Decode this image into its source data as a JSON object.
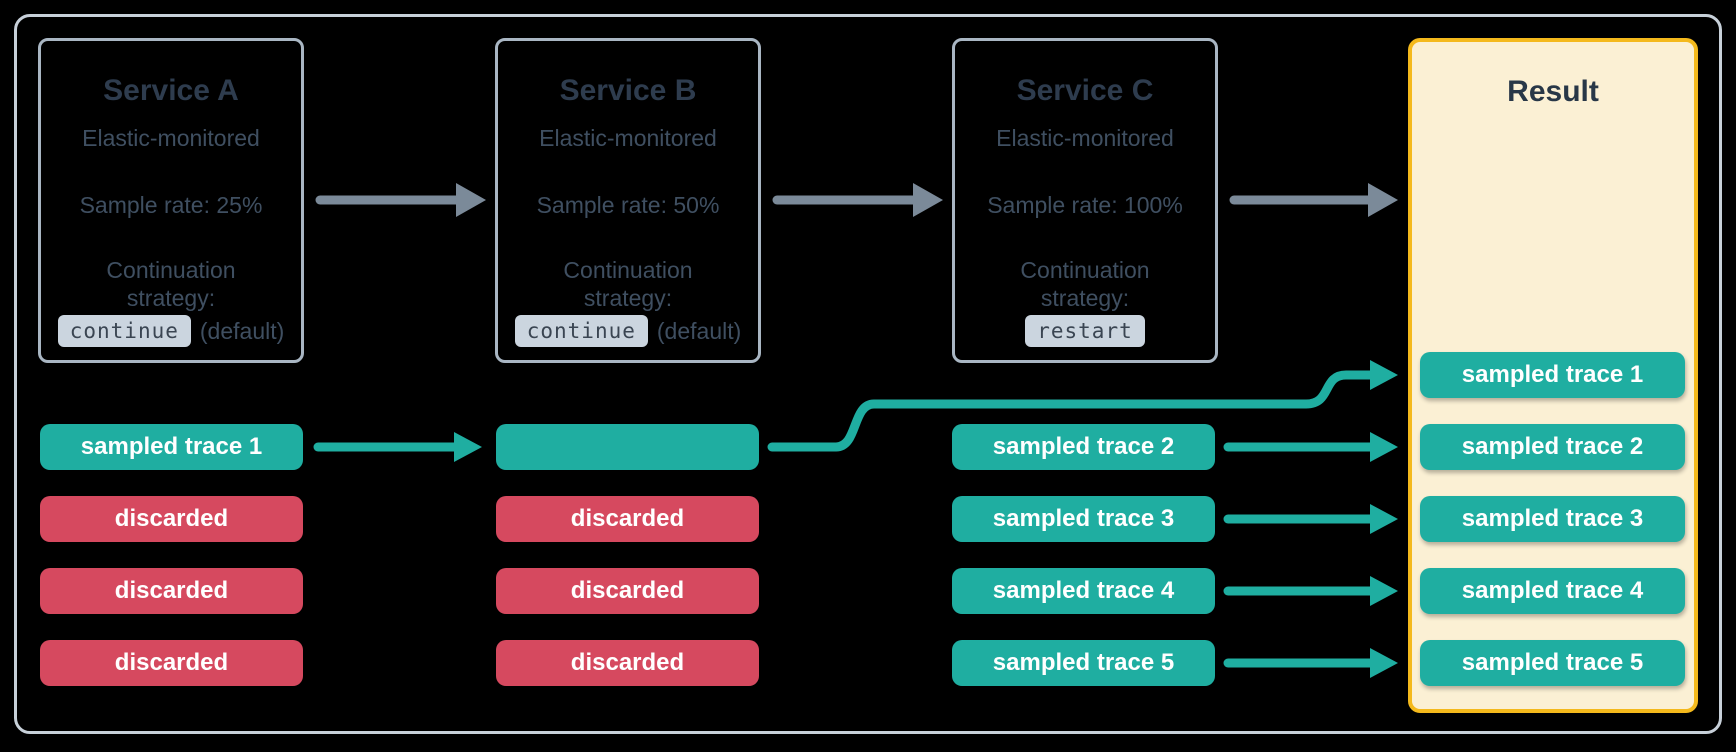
{
  "services": [
    {
      "title": "Service A",
      "monitored": "Elastic-monitored",
      "sample_rate": "Sample rate: 25%",
      "continuation_line1": "Continuation",
      "continuation_line2": "strategy:",
      "strategy_code": "continue",
      "strategy_suffix": "(default)"
    },
    {
      "title": "Service B",
      "monitored": "Elastic-monitored",
      "sample_rate": "Sample rate: 50%",
      "continuation_line1": "Continuation",
      "continuation_line2": "strategy:",
      "strategy_code": "continue",
      "strategy_suffix": "(default)"
    },
    {
      "title": "Service C",
      "monitored": "Elastic-monitored",
      "sample_rate": "Sample rate: 100%",
      "continuation_line1": "Continuation",
      "continuation_line2": "strategy:",
      "strategy_code": "restart",
      "strategy_suffix": ""
    }
  ],
  "result_panel": {
    "title": "Result"
  },
  "lanes": {
    "service_a": [
      {
        "label": "sampled trace 1",
        "status": "sampled"
      },
      {
        "label": "discarded",
        "status": "discarded"
      },
      {
        "label": "discarded",
        "status": "discarded"
      },
      {
        "label": "discarded",
        "status": "discarded"
      }
    ],
    "service_b": [
      {
        "label": "",
        "status": "sampled"
      },
      {
        "label": "discarded",
        "status": "discarded"
      },
      {
        "label": "discarded",
        "status": "discarded"
      },
      {
        "label": "discarded",
        "status": "discarded"
      }
    ],
    "service_c": [
      {
        "label": "sampled trace 2",
        "status": "sampled"
      },
      {
        "label": "sampled trace 3",
        "status": "sampled"
      },
      {
        "label": "sampled trace 4",
        "status": "sampled"
      },
      {
        "label": "sampled trace 5",
        "status": "sampled"
      }
    ],
    "result": [
      {
        "label": "sampled trace 1",
        "status": "sampled"
      },
      {
        "label": "sampled trace 2",
        "status": "sampled"
      },
      {
        "label": "sampled trace 3",
        "status": "sampled"
      },
      {
        "label": "sampled trace 4",
        "status": "sampled"
      },
      {
        "label": "sampled trace 5",
        "status": "sampled"
      }
    ]
  },
  "colors": {
    "sampled_teal": "#1FAEA1",
    "discarded_red": "#D6495F",
    "result_bg": "#FBF0D4",
    "result_border": "#F4B91C",
    "service_box_border": "#A9B6C3",
    "outer_frame_border": "#C7D0D9",
    "flow_arrow_gray": "#7B8A99",
    "title_text": "#2E3C4E",
    "body_text": "#3F4F61",
    "code_chip_bg": "#CBD5DF",
    "code_chip_text": "#3A4552",
    "pill_text": "#FFFFFF"
  }
}
